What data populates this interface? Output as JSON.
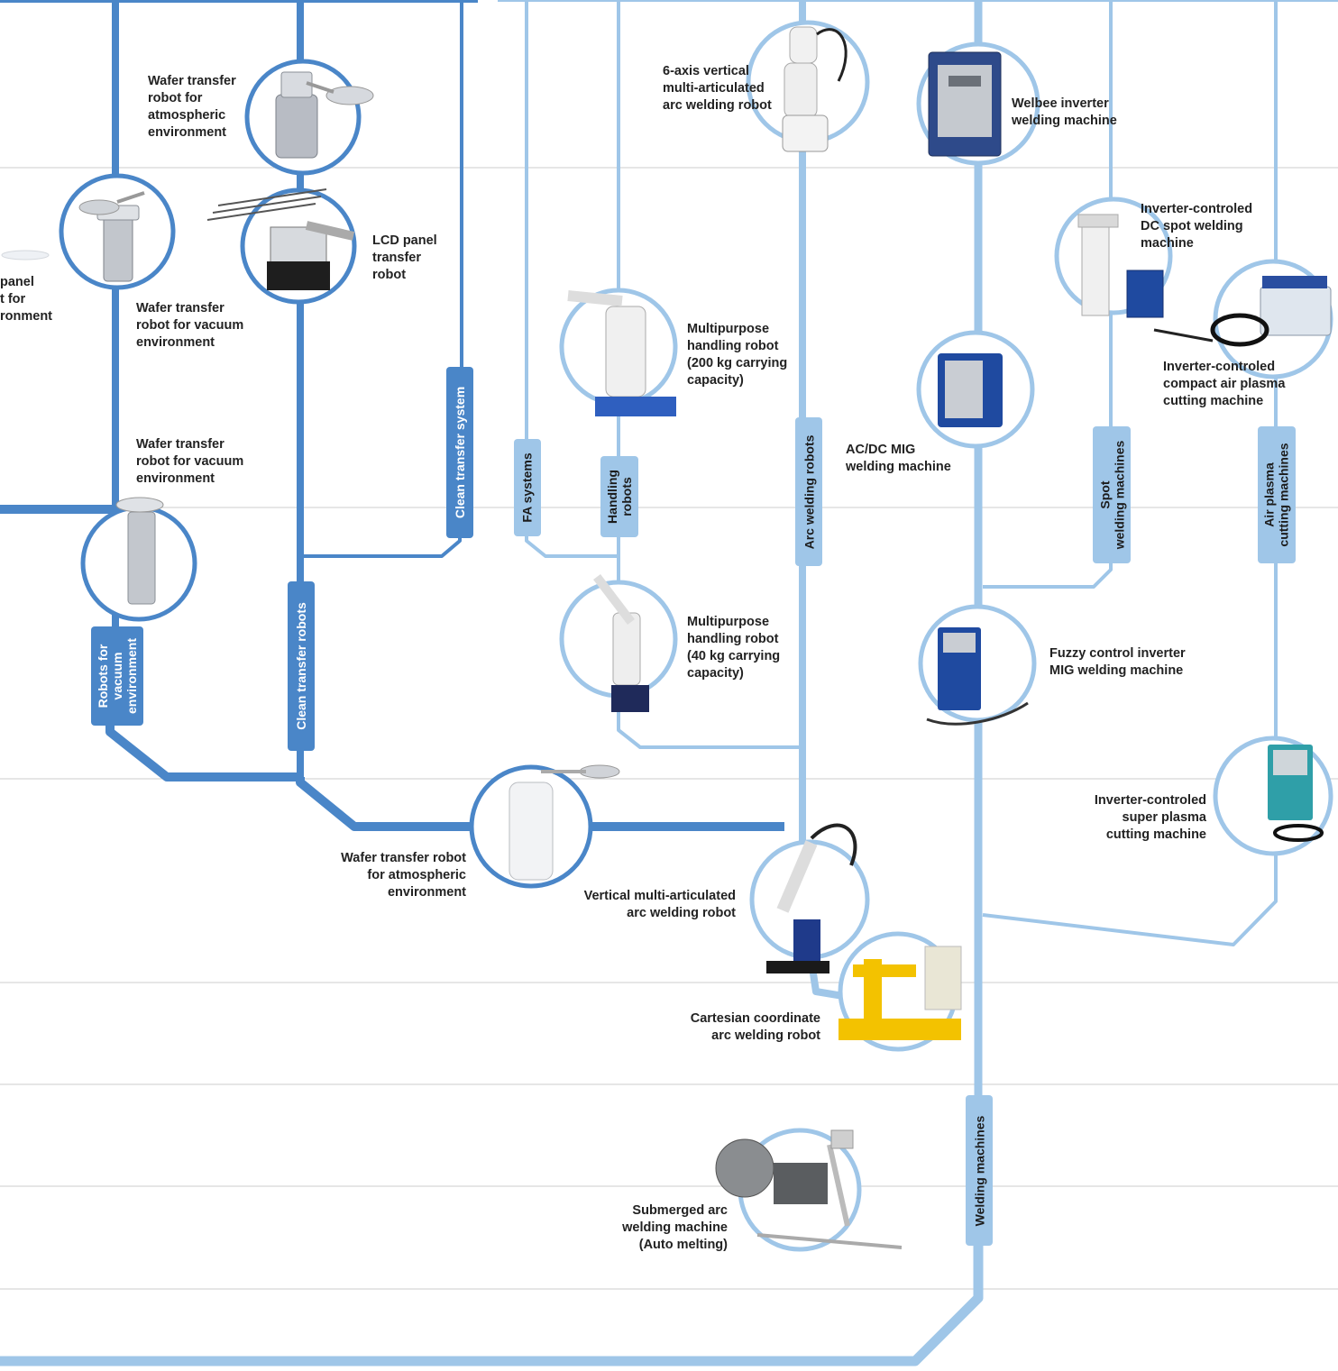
{
  "colors": {
    "dark_line": "#4a86c8",
    "light_line": "#9fc6e8",
    "circle_dark": "#4a86c8",
    "circle_light": "#9fc6e8",
    "grid": "#cccccc"
  },
  "category_tabs": {
    "clean_transfer_system": "Clean transfer system",
    "fa_systems": "FA systems",
    "handling_robots": "Handling\nrobots",
    "arc_welding_robots": "Arc welding robots",
    "spot_welding_machines": "Spot\nwelding machines",
    "air_plasma_cutting_machines": "Air plasma\ncutting machines",
    "robots_for_vacuum_environment": "Robots for\nvacuum\nenvironment",
    "clean_transfer_robots": "Clean transfer robots",
    "welding_machines": "Welding machines"
  },
  "products": {
    "wafer_transfer_atmospheric_top": "Wafer transfer\nrobot for\natmospheric\nenvironment",
    "lcd_panel_transfer_robot": "LCD panel\ntransfer\nrobot",
    "lcd_panel_cut_off": "panel\nt for\nronment",
    "wafer_transfer_vacuum_1": "Wafer transfer\nrobot for vacuum\nenvironment",
    "wafer_transfer_vacuum_2": "Wafer transfer\nrobot for vacuum\nenvironment",
    "six_axis_arc_welding_robot": "6-axis vertical\nmulti-articulated\narc welding robot",
    "welbee_inverter": "Welbee inverter\nwelding machine",
    "multipurpose_200kg": "Multipurpose\nhandling robot\n(200 kg carrying\ncapacity)",
    "inverter_dc_spot": "Inverter-controled\nDC spot welding\nmachine",
    "inverter_compact_air_plasma": "Inverter-controled\ncompact air plasma\ncutting machine",
    "acdc_mig": "AC/DC MIG\nwelding machine",
    "multipurpose_40kg": "Multipurpose\nhandling robot\n(40 kg carrying\ncapacity)",
    "fuzzy_control_mig": "Fuzzy control inverter\nMIG welding machine",
    "inverter_super_plasma": "Inverter-controled\nsuper plasma\ncutting machine",
    "wafer_transfer_atmospheric_bottom": "Wafer transfer robot\nfor atmospheric\nenvironment",
    "vertical_arc_welding_robot": "Vertical multi-articulated\narc welding robot",
    "cartesian_arc_welding_robot": "Cartesian coordinate\narc welding robot",
    "submerged_arc_welding": "Submerged arc\nwelding machine\n(Auto melting)"
  }
}
